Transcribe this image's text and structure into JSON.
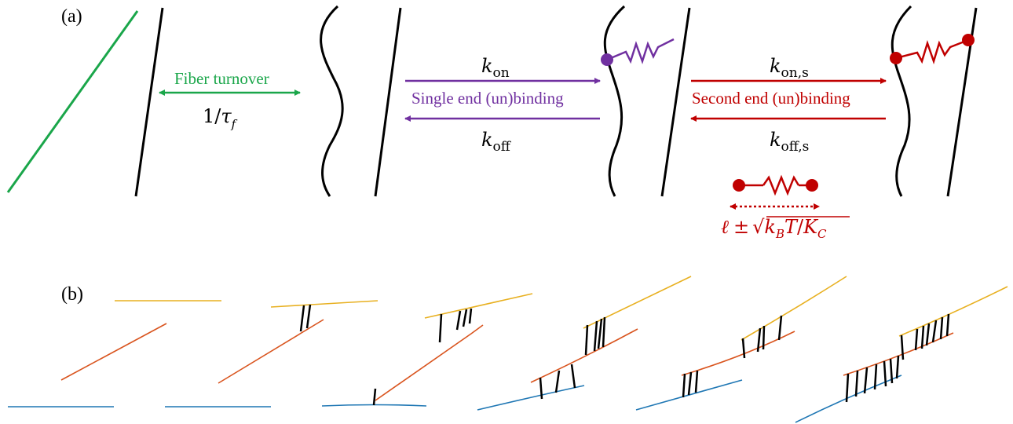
{
  "panel_a": {
    "label": "(a)",
    "colors": {
      "fiber": "#000000",
      "turnover": "#1aa64a",
      "single": "#7030a0",
      "second": "#c00000"
    },
    "fiber_turnover": {
      "label": "Fiber turnover",
      "rate_prefix": "1/",
      "rate_symbol": "τ",
      "rate_sub": "f"
    },
    "single_end": {
      "label": "Single end (un)binding",
      "k_on_symbol": "k",
      "k_on_sub": "on",
      "k_off_symbol": "k",
      "k_off_sub": "off"
    },
    "second_end": {
      "label": "Second end (un)binding",
      "k_on_symbol": "k",
      "k_on_sub": "on,s",
      "k_off_symbol": "k",
      "k_off_sub": "off,s"
    },
    "spring_length": {
      "ell": "ℓ",
      "pm": "±",
      "kB": "k",
      "kB_sub": "B",
      "T": "T",
      "slash": "/",
      "K": "K",
      "K_sub": "C"
    }
  },
  "panel_b": {
    "label": "(b)",
    "colors": {
      "top_fiber": "#e8b020",
      "mid_fiber": "#d9541e",
      "bottom_fiber": "#1f77b4",
      "crosslink": "#000000"
    },
    "frames": 6
  }
}
